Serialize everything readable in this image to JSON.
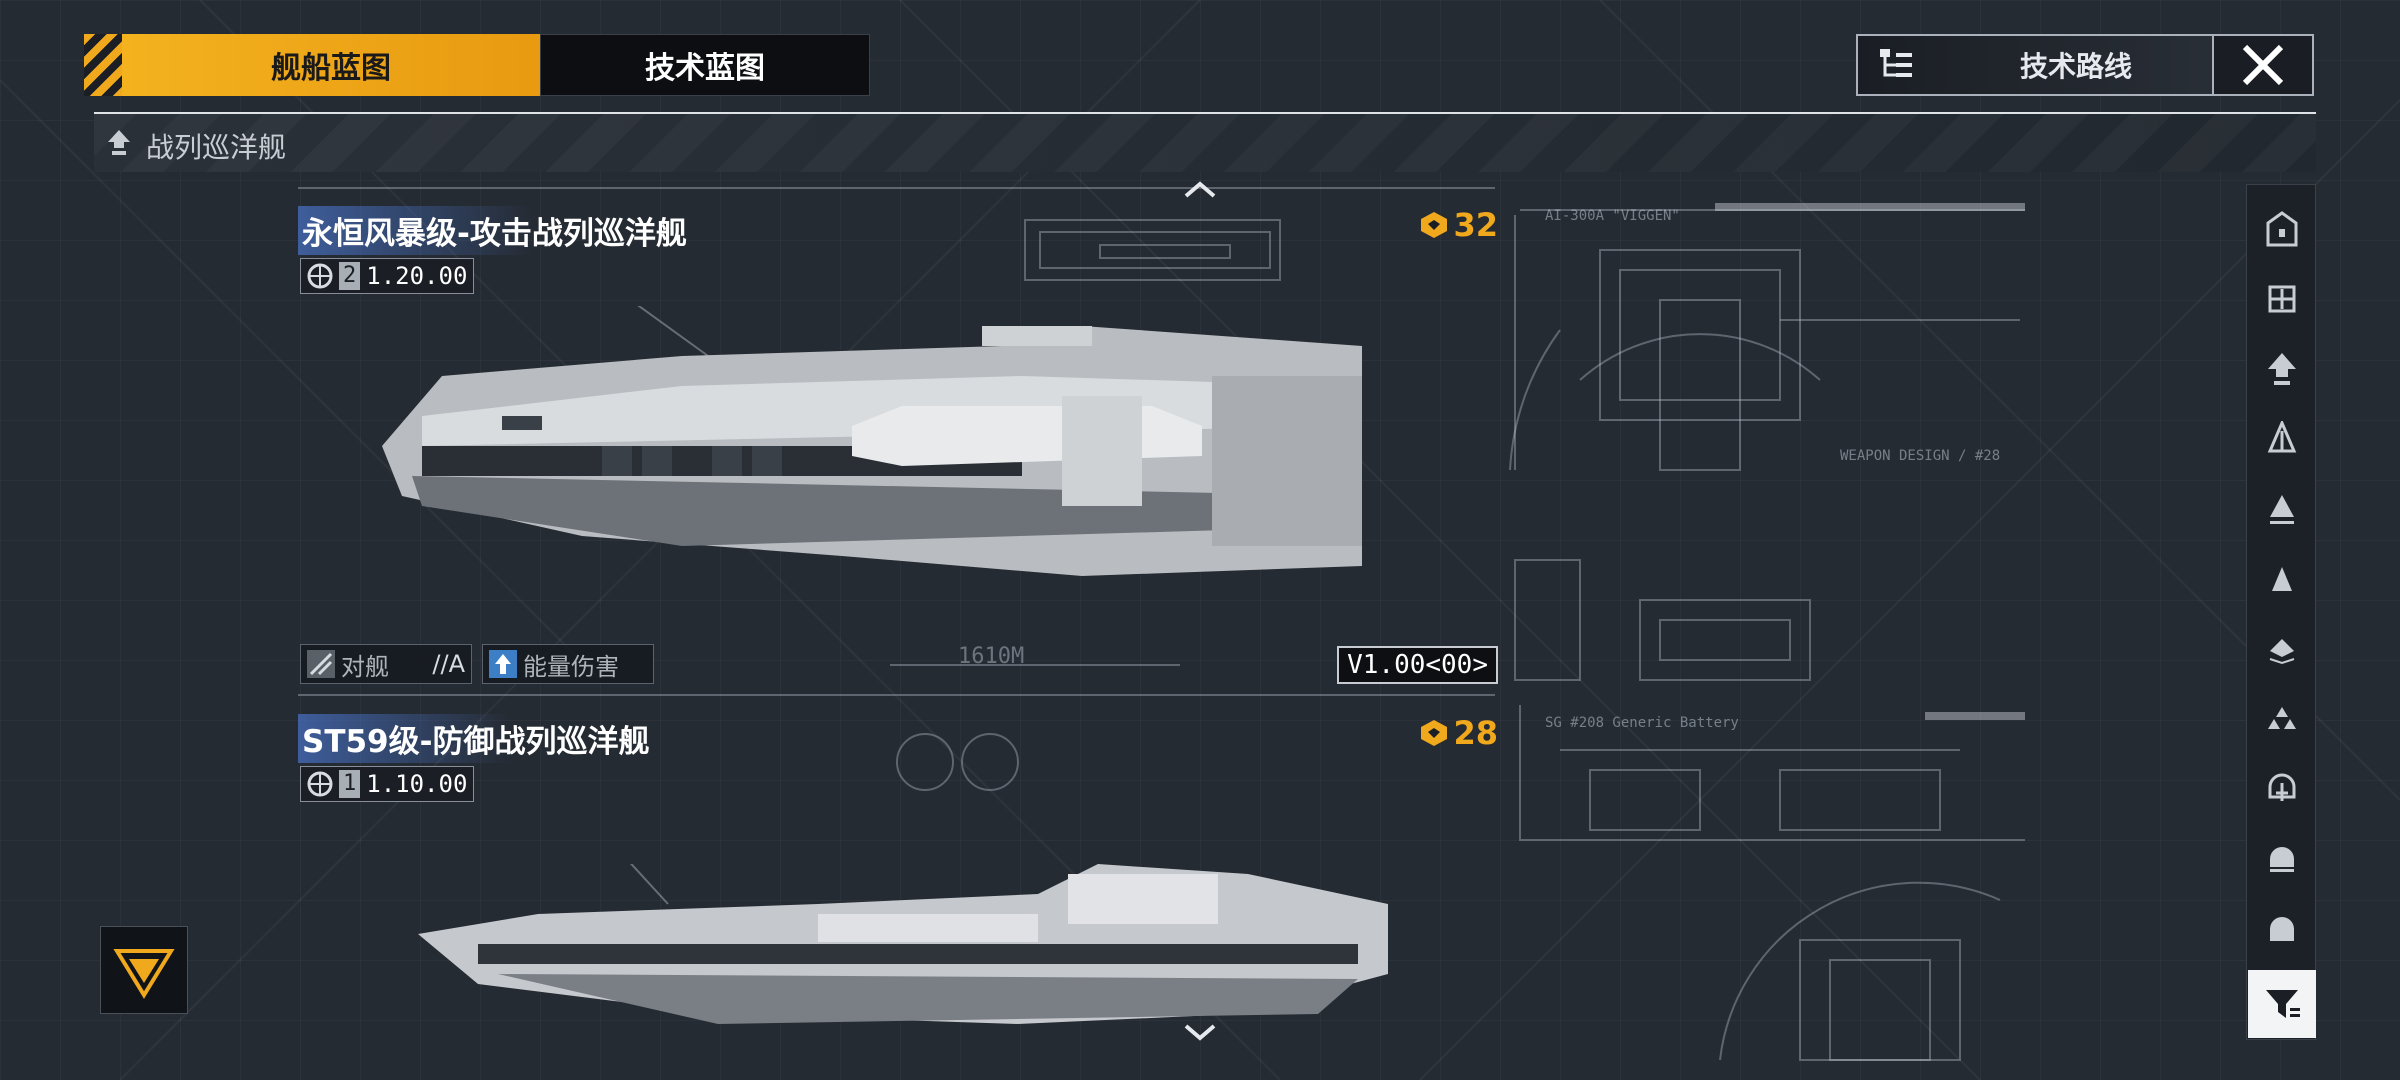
{
  "tabs": {
    "active": "舰船蓝图",
    "inactive": "技术蓝图"
  },
  "tech_route_label": "技术路线",
  "category_title": "战列巡洋舰",
  "ships": [
    {
      "name": "永恒风暴级-攻击战列巡洋舰",
      "tier": "2",
      "version": "1.20.00",
      "cost": "32",
      "role_label": "对舰",
      "role_grade": "//A",
      "damage_label": "能量伤害",
      "length_label": "1610M",
      "blueprint_version": "V1.00<00>"
    },
    {
      "name": "ST59级-防御战列巡洋舰",
      "tier": "1",
      "version": "1.10.00",
      "cost": "28"
    }
  ],
  "blueprint_labels": {
    "a": "AI-300A \"VIGGEN\"",
    "b": "SG #208 Generic Battery",
    "c": "WEAPON DESIGN / #28"
  },
  "colors": {
    "accent": "#f0a81c",
    "background": "#252b33",
    "name_highlight": "#466ebe"
  },
  "icons": [
    "route-icon",
    "close-icon",
    "ship-class-icon",
    "sidebar-filter-icon",
    "cost-icon",
    "globe-icon",
    "antiship-icon",
    "energy-icon",
    "chevron-up-icon",
    "chevron-down-icon",
    "home-icon"
  ]
}
